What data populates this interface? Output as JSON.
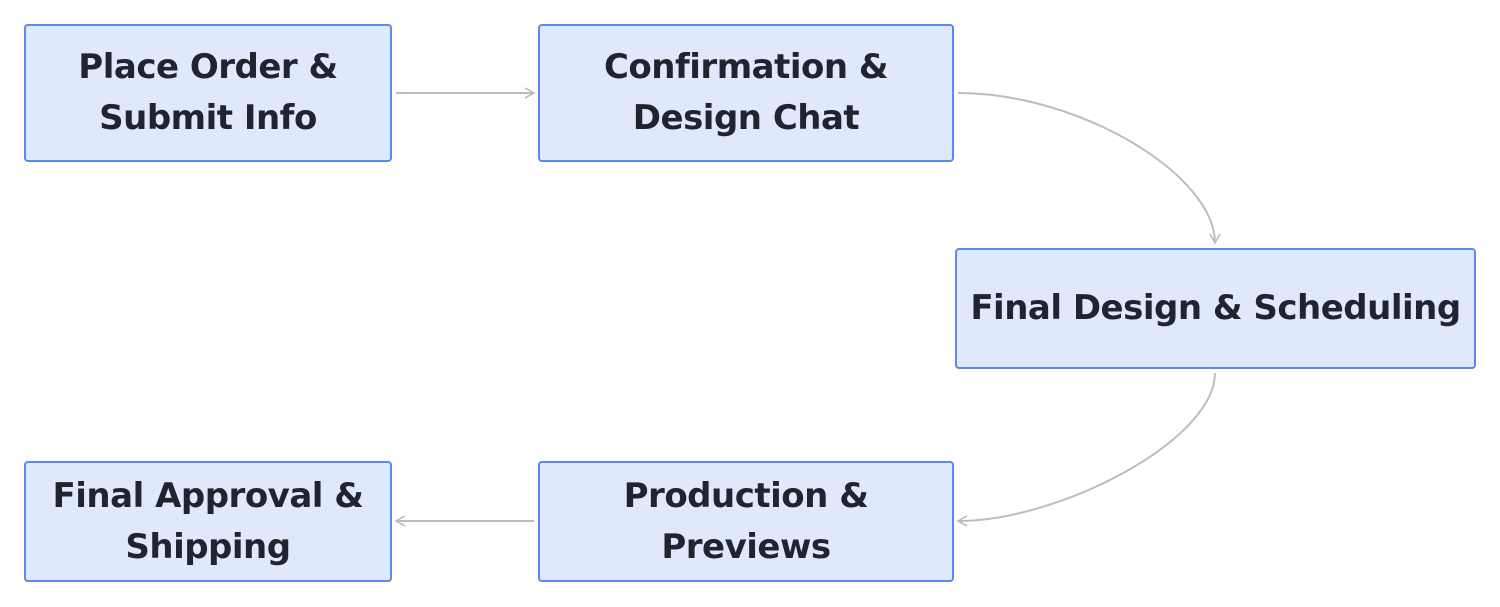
{
  "diagram": {
    "nodes": [
      {
        "id": "n1",
        "label": "Place Order &\nSubmit Info"
      },
      {
        "id": "n2",
        "label": "Confirmation &\nDesign Chat"
      },
      {
        "id": "n3",
        "label": "Final Design & Scheduling"
      },
      {
        "id": "n4",
        "label": "Production & Previews"
      },
      {
        "id": "n5",
        "label": "Final Approval &\nShipping"
      }
    ],
    "edges": [
      {
        "from": "n1",
        "to": "n2"
      },
      {
        "from": "n2",
        "to": "n3"
      },
      {
        "from": "n3",
        "to": "n4"
      },
      {
        "from": "n4",
        "to": "n5"
      }
    ],
    "colors": {
      "node_fill": "#e0e9fc",
      "node_border": "#5b8ae8",
      "text": "#1f2430",
      "edge": "#bdbdbd"
    }
  }
}
